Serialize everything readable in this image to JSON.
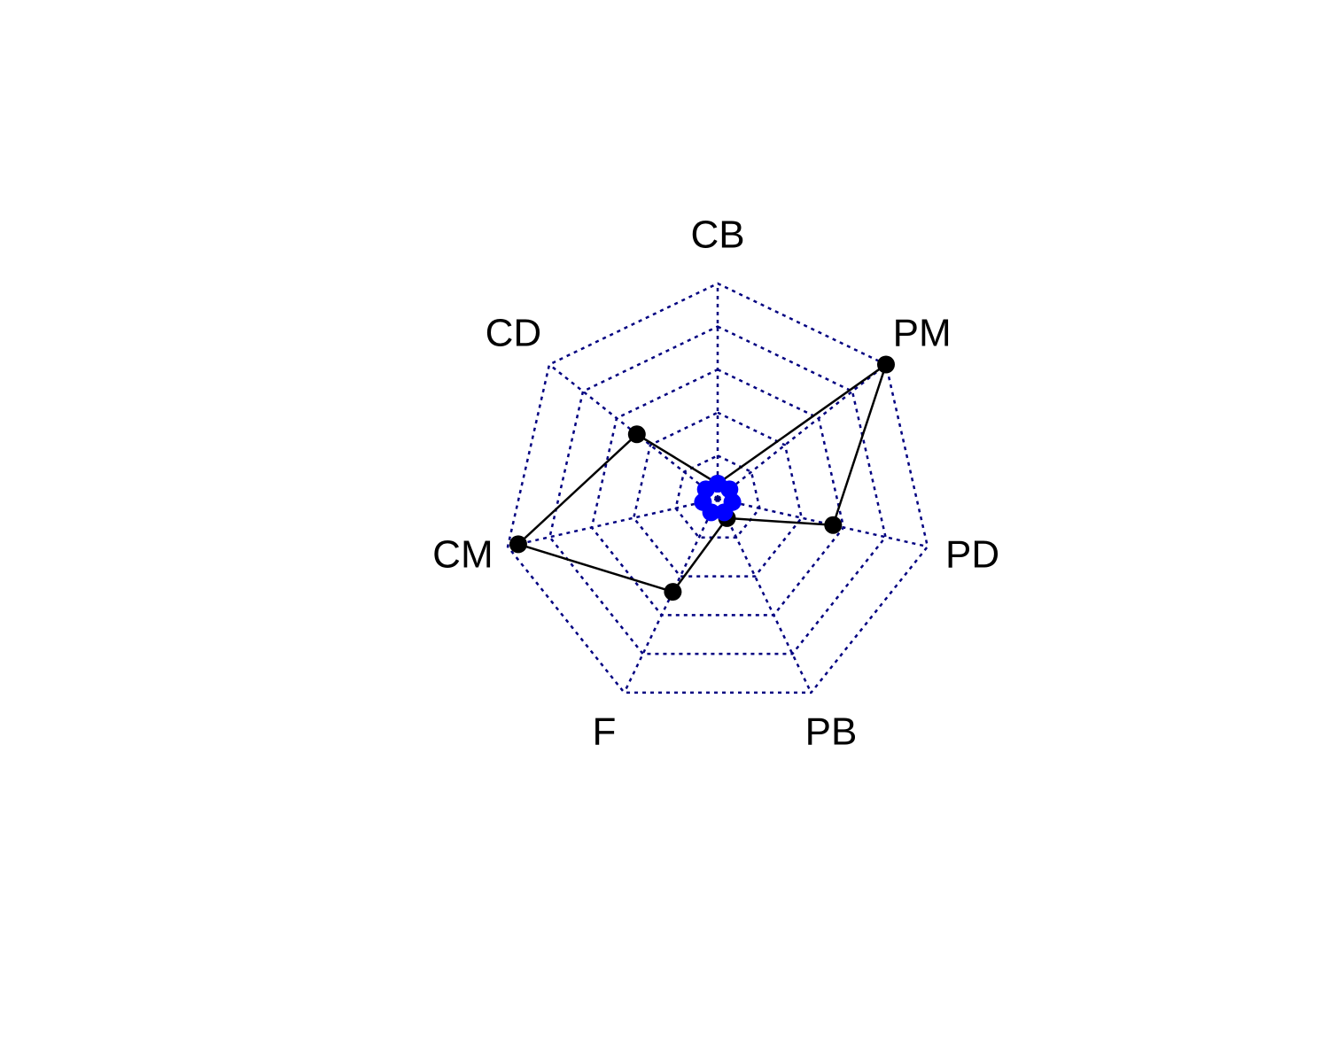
{
  "chart_data": {
    "type": "radar",
    "axes": [
      "CB",
      "PM",
      "PD",
      "PB",
      "F",
      "CM",
      "CD"
    ],
    "range": [
      0,
      1
    ],
    "grid_levels": 5,
    "grid_color": "#000080",
    "grid_style": "dotted",
    "series": [
      {
        "values": [
          0.07,
          1.0,
          0.55,
          0.1,
          0.48,
          0.95,
          0.48
        ],
        "color": "#000000"
      },
      {
        "values": [
          0.07,
          0.07,
          0.07,
          0.07,
          0.07,
          0.07,
          0.07
        ],
        "color": "#0000ff"
      }
    ]
  }
}
